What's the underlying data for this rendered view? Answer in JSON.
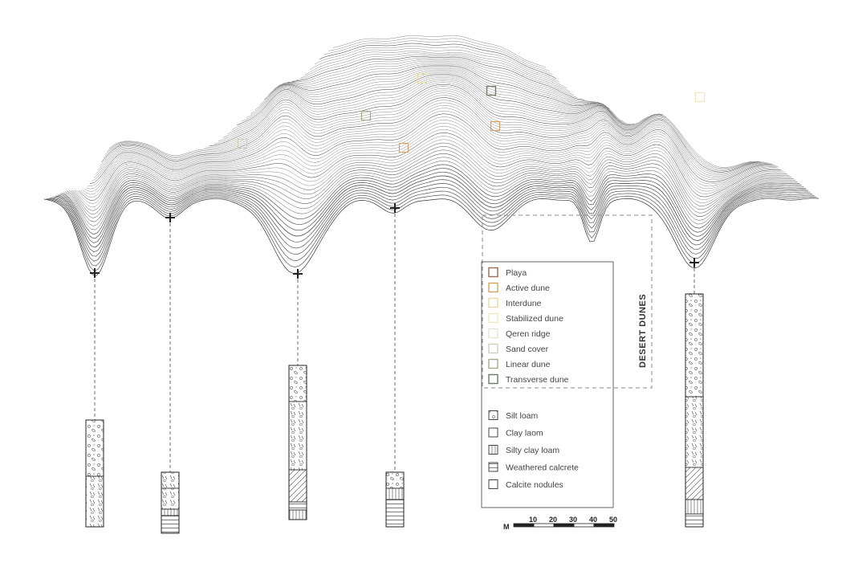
{
  "legend": {
    "title": "DESERT DUNES",
    "landforms": [
      {
        "label": "Playa",
        "color": "#9b6b4c"
      },
      {
        "label": "Active dune",
        "color": "#d6a35e"
      },
      {
        "label": "Interdune",
        "color": "#e8dca2"
      },
      {
        "label": "Stabilized dune",
        "color": "#efe7bf"
      },
      {
        "label": "Qeren ridge",
        "color": "#e6e3cf"
      },
      {
        "label": "Sand cover",
        "color": "#cfd0bb"
      },
      {
        "label": "Linear dune",
        "color": "#a9aa8a"
      },
      {
        "label": "Transverse dune",
        "color": "#6f7a66"
      }
    ],
    "soils": [
      {
        "label": "Silt loam",
        "pattern": "dots"
      },
      {
        "label": "Clay laom",
        "pattern": "plain"
      },
      {
        "label": "Silty clay loam",
        "pattern": "vlines"
      },
      {
        "label": "Weathered calcrete",
        "pattern": "hlines"
      },
      {
        "label": "Calcite nodules",
        "pattern": "plain"
      }
    ]
  },
  "scale": {
    "unit": "M",
    "ticks": [
      "10",
      "20",
      "30",
      "40",
      "50"
    ]
  },
  "map_markers": [
    {
      "name": "playa-marker",
      "color": "#9b6b4c"
    },
    {
      "name": "active-dune-marker",
      "color": "#d6a35e"
    },
    {
      "name": "active-dune-marker-2",
      "color": "#d6a35e"
    },
    {
      "name": "interdune-marker",
      "color": "#e8dca2"
    },
    {
      "name": "stabilized-dune-marker",
      "color": "#efe7bf"
    },
    {
      "name": "sand-cover-marker",
      "color": "#cfd0bb"
    },
    {
      "name": "linear-dune-marker",
      "color": "#a9aa8a"
    },
    {
      "name": "transverse-dune-marker",
      "color": "#6f7a66"
    }
  ]
}
